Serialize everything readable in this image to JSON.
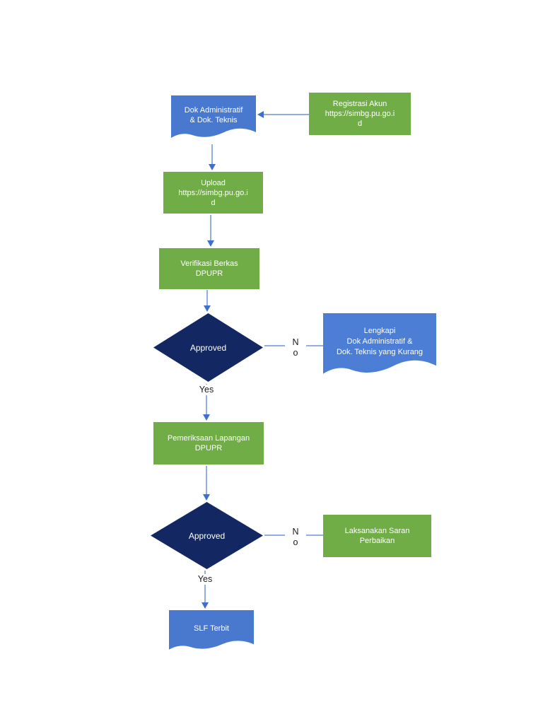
{
  "colors": {
    "green": "#70AD47",
    "doc_blue": "#4979CE",
    "doc_blue_light": "#4C7ED6",
    "diamond_navy": "#132862",
    "connector": "#93AFDF",
    "arrowhead": "#4070C8",
    "label_text": "#1b1b1b"
  },
  "nodes": {
    "doc_admin": {
      "lines": [
        "Dok Administratif",
        "& Dok. Teknis"
      ]
    },
    "registrasi": {
      "lines": [
        "Registrasi Akun",
        "https://simbg.pu.go.i",
        "d"
      ]
    },
    "upload": {
      "lines": [
        "Upload",
        "https://simbg.pu.go.i",
        "d"
      ]
    },
    "verifikasi": {
      "lines": [
        "Verifikasi Berkas",
        "DPUPR"
      ]
    },
    "approved1": {
      "label": "Approved"
    },
    "lengkapi": {
      "lines": [
        "Lengkapi",
        "Dok Administratif &",
        "Dok. Teknis yang Kurang"
      ]
    },
    "pemeriksaan": {
      "lines": [
        "Pemeriksaan Lapangan",
        "DPUPR"
      ]
    },
    "approved2": {
      "label": "Approved"
    },
    "laksanakan": {
      "lines": [
        "Laksanakan Saran",
        "Perbaikan"
      ]
    },
    "slf": {
      "label": "SLF Terbit"
    }
  },
  "labels": {
    "yes1": "Yes",
    "no1": [
      "N",
      "o"
    ],
    "yes2": "Yes",
    "no2": [
      "N",
      "o"
    ]
  }
}
